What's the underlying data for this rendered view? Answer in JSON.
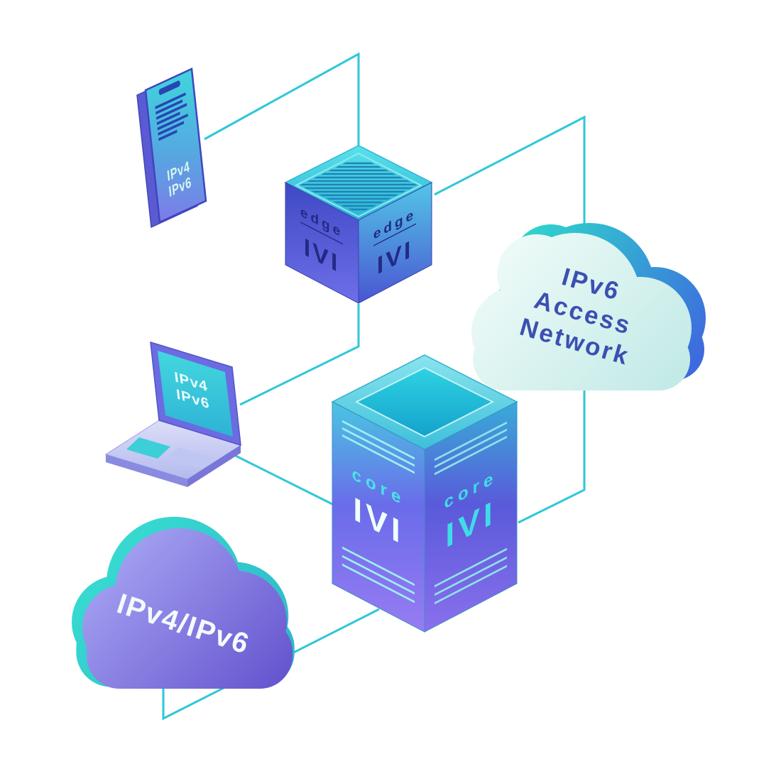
{
  "colors": {
    "line": "#2fc7d8",
    "accent_teal": "#35d2d8",
    "accent_blue": "#4a5fd8",
    "accent_purple": "#7a6fe0",
    "text_navy": "#232a86",
    "cloud_text_blue": "#3c4fb2",
    "cloud_mint": "#dff5f0",
    "cloud_purple": "#8a84e8"
  },
  "phone": {
    "label_line1": "IPv4",
    "label_line2": "IPv6"
  },
  "laptop": {
    "label_line1": "IPv4",
    "label_line2": "IPv6"
  },
  "edge_cube": {
    "left_title": "edge",
    "left_logo": "IVI",
    "right_title": "edge",
    "right_logo": "IVI"
  },
  "core_server": {
    "left_title": "core",
    "left_logo": "IVI",
    "right_title": "core",
    "right_logo": "IVI"
  },
  "access_cloud": {
    "line1": "IPv6",
    "line2": "Access",
    "line3": "Network"
  },
  "dualstack_cloud": {
    "label": "IPv4/IPv6"
  }
}
